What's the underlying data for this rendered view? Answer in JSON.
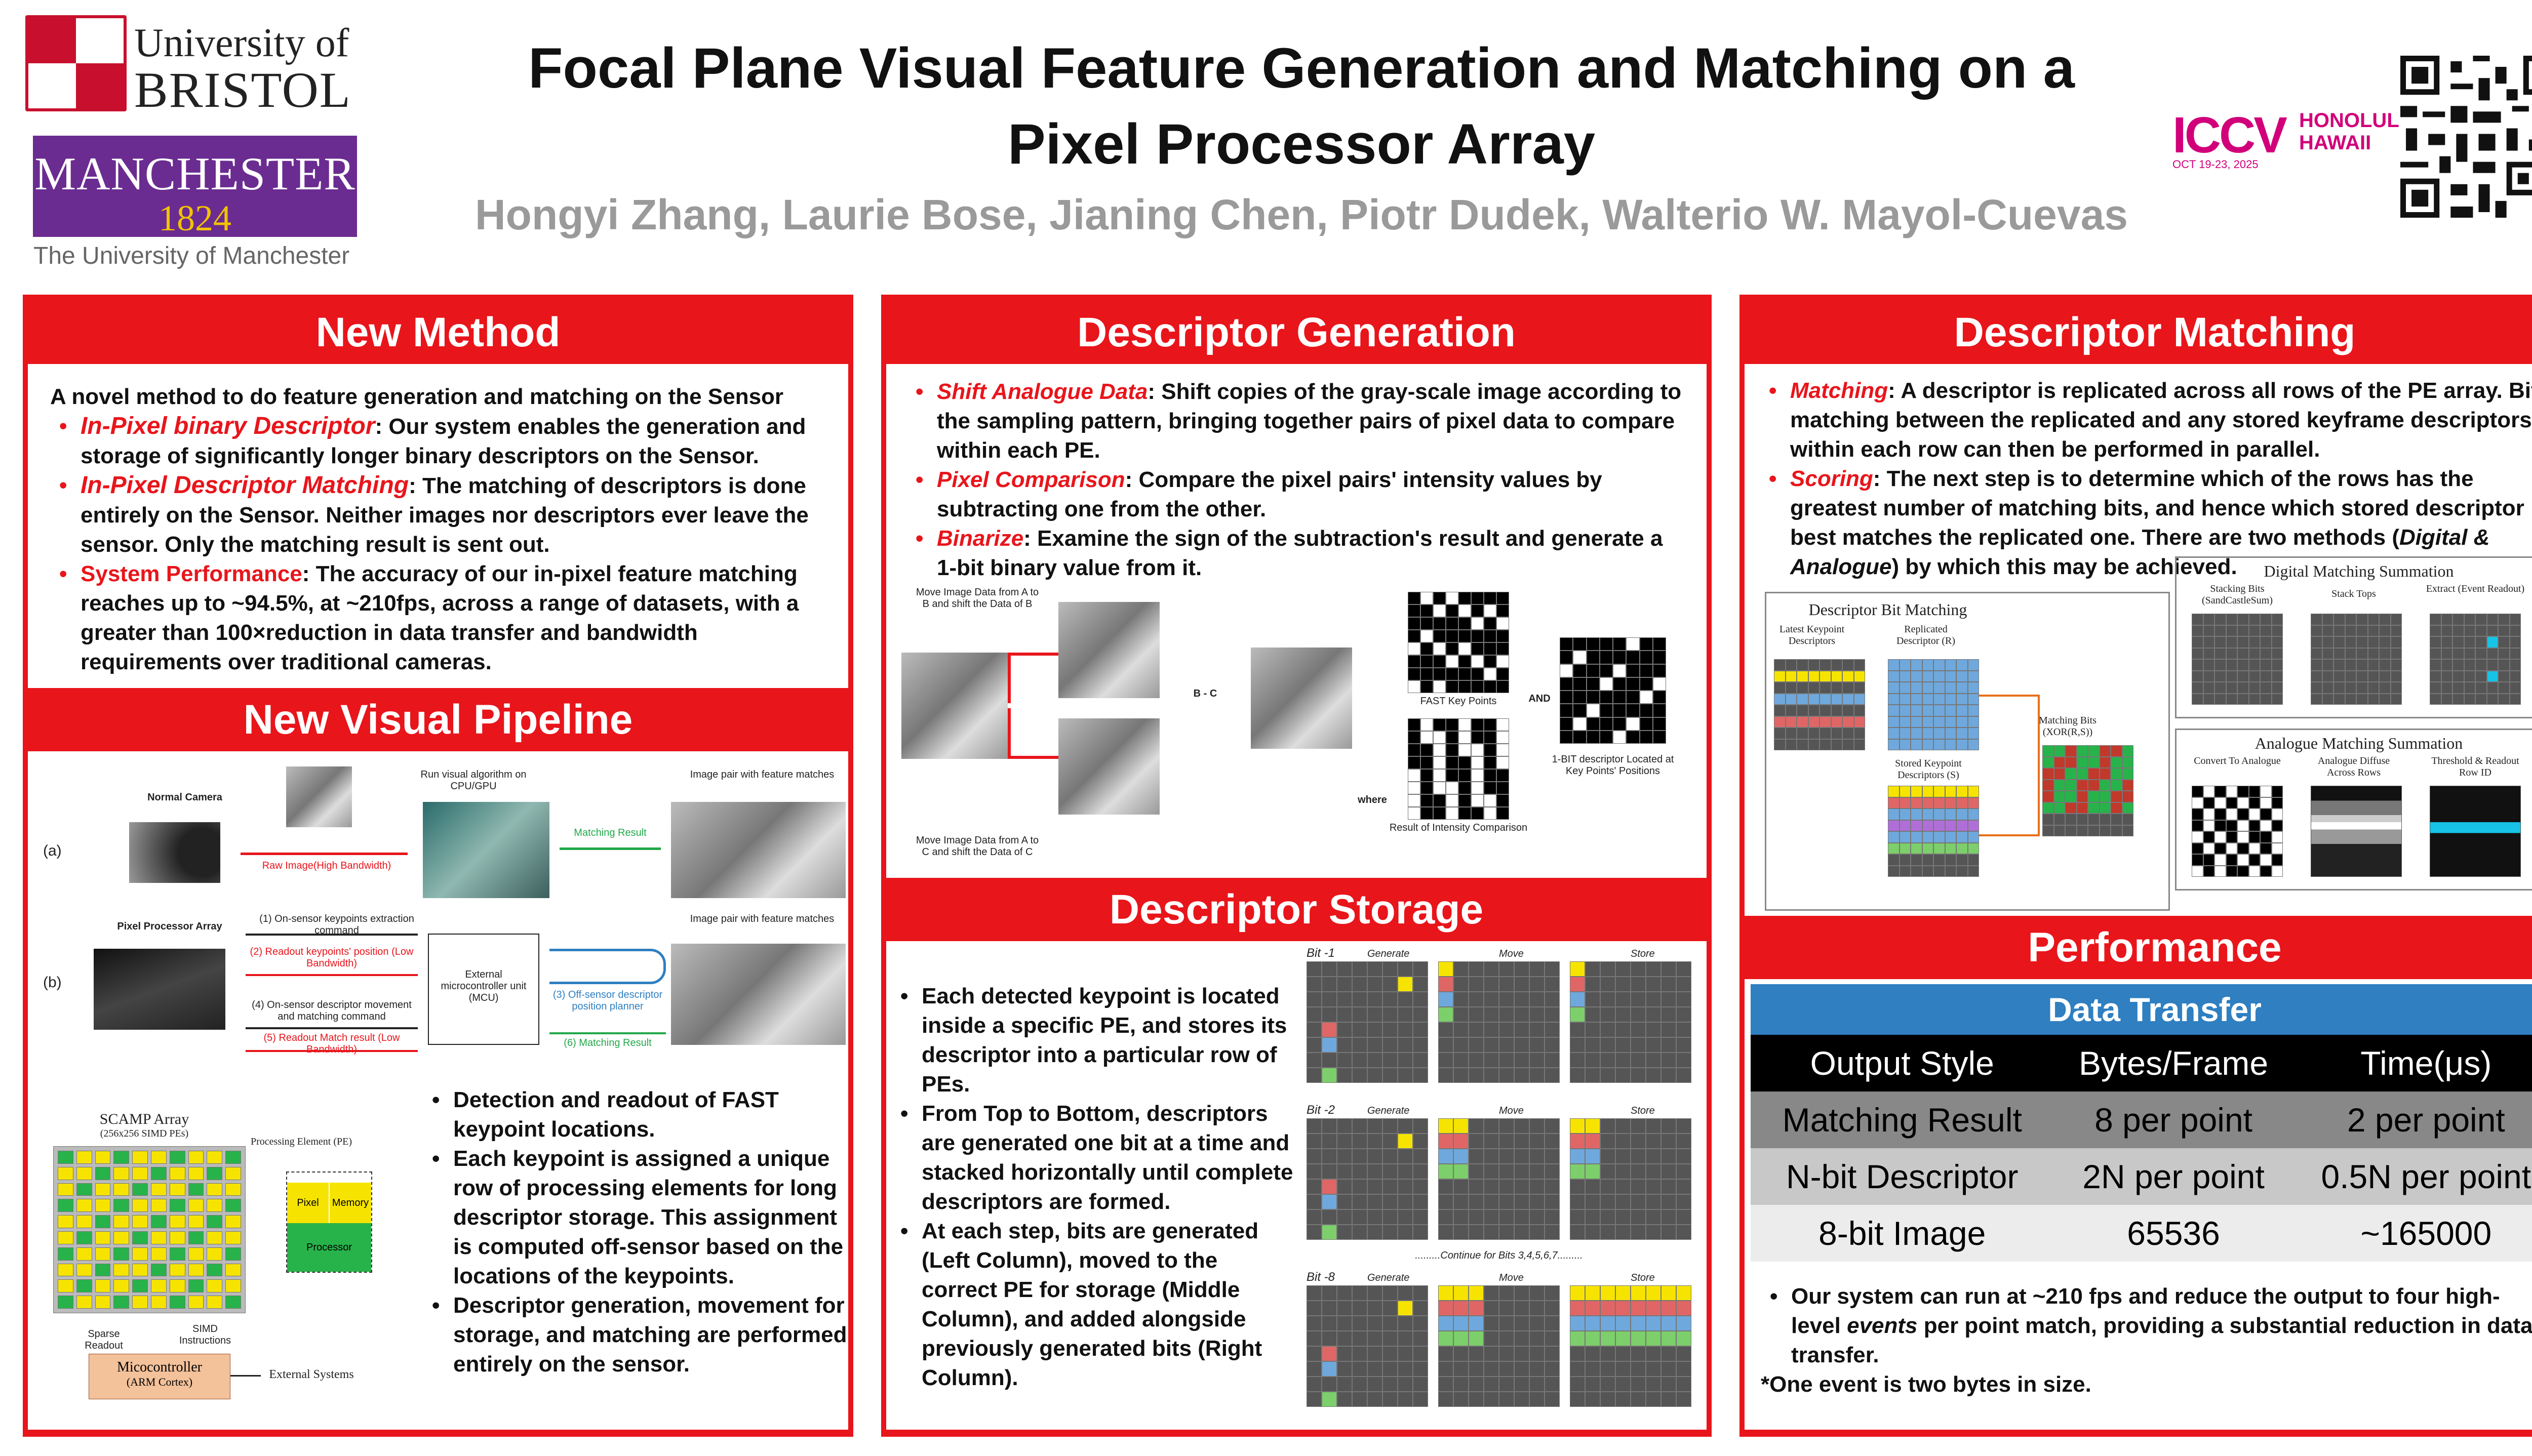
{
  "header": {
    "bristol_line1": "University of",
    "bristol_line2": "BRISTOL",
    "manchester_name": "MANCHESTER",
    "manchester_year": "1824",
    "manchester_sub": "The University of Manchester",
    "title": "Focal Plane Visual Feature Generation and Matching on a Pixel Processor Array",
    "authors": "Hongyi Zhang, Laurie Bose, Jianing Chen, Piotr Dudek, Walterio W. Mayol-Cuevas",
    "iccv_logo": "ICCV",
    "iccv_location_1": "HONOLULU",
    "iccv_location_2": "HAWAII",
    "iccv_dates": "OCT 19-23, 2025"
  },
  "new_method": {
    "heading": "New Method",
    "intro": "A novel method to do feature generation and matching on the Sensor",
    "items": [
      {
        "key": "In-Pixel binary Descriptor",
        "text": ": Our system enables the generation and storage of significantly longer binary descriptors on the Sensor."
      },
      {
        "key": "In-Pixel Descriptor Matching",
        "text": ": The matching of descriptors is done entirely on the Sensor. Neither images nor descriptors ever leave the sensor. Only the matching result is sent out."
      },
      {
        "key": "System Performance",
        "text": ": The accuracy of our in-pixel feature matching reaches up to ~94.5%, at ~210fps, across a range of datasets, with a greater than 100×reduction in data transfer and bandwidth requirements over traditional cameras."
      }
    ]
  },
  "pipeline": {
    "heading": "New Visual Pipeline",
    "a_label": "(a)",
    "b_label": "(b)",
    "normal_camera": "Normal Camera",
    "raw_image": "Raw Image(High Bandwidth)",
    "run_visual": "Run visual algorithm on CPU/GPU",
    "matching_result": "Matching Result",
    "image_pair": "Image pair with feature matches",
    "ppa": "Pixel Processor Array",
    "step1": "(1) On-sensor keypoints extraction command",
    "step2": "(2) Readout keypoints' position (Low Bandwidth)",
    "step4": "(4) On-sensor descriptor movement and matching command",
    "step5": "(5) Readout Match result (Low Bandwidth)",
    "mcu": "External microcontroller unit (MCU)",
    "step3": "(3) Off-sensor descriptor position planner",
    "step6": "(6) Matching Result",
    "image_pair_2": "Image pair with feature matches",
    "scamp": "SCAMP Array",
    "scamp_sub": "(256x256 SIMD PEs)",
    "pe_label": "Processing Element (PE)",
    "pixel": "Pixel",
    "memory": "Memory",
    "processor": "Processor",
    "sparse": "Sparse Readout",
    "simd": "SIMD Instructions",
    "micro": "Micocontroller",
    "micro_sub": "(ARM Cortex)",
    "external": "External Systems",
    "bullets": [
      "Detection and readout of FAST keypoint locations.",
      "Each keypoint is assigned a unique row of processing elements for long descriptor storage. This assignment is computed off-sensor based on the locations of the keypoints.",
      "Descriptor generation, movement for storage, and matching are performed entirely on the sensor."
    ]
  },
  "generation": {
    "heading": "Descriptor Generation",
    "items": [
      {
        "key": "Shift Analogue Data",
        "text": ": Shift copies of the gray-scale image according to the sampling pattern, bringing together pairs of pixel data to compare within each PE."
      },
      {
        "key": "Pixel Comparison",
        "text": ": Compare the pixel pairs' intensity values by subtracting one from the other."
      },
      {
        "key": "Binarize",
        "text": ": Examine the sign of the subtraction's result and generate a 1-bit binary value from it."
      }
    ],
    "fig_move_b": "Move Image Data from A to B and shift the Data of B",
    "fig_move_c": "Move Image Data from A to C and shift the Data of C",
    "fig_bc": "B - C",
    "fig_fast": "FAST Key Points",
    "fig_and": "AND",
    "fig_where": "where",
    "fig_result": "Result of Intensity Comparison",
    "fig_desc": "1-BIT descriptor Located at Key Points' Positions"
  },
  "storage": {
    "heading": "Descriptor Storage",
    "bullets": [
      "Each detected keypoint is located inside a specific PE, and stores its descriptor into a particular row of PEs.",
      "From Top to Bottom, descriptors are generated one bit at a time and stacked horizontally until complete descriptors are formed.",
      "At each step, bits are generated (Left Column), moved to the correct PE for storage (Middle Column), and added alongside previously generated bits (Right Column)."
    ],
    "bit1": "Bit -1",
    "bit2": "Bit -2",
    "bit8": "Bit -8",
    "col_generate": "Generate",
    "col_move": "Move",
    "col_store": "Store",
    "continue": ".........Continue for Bits 3,4,5,6,7........."
  },
  "matching": {
    "heading": "Descriptor Matching",
    "items": [
      {
        "key": "Matching",
        "text": ": A descriptor is replicated across all rows of the PE array. Bit matching between the replicated and any stored keyframe descriptors within each row can then be performed in parallel."
      },
      {
        "key": "Scoring",
        "text_a": ": The next step is to determine which of the rows has the greatest number of matching bits, and hence which stored descriptor best matches the replicated one. There are two methods (",
        "em": "Digital & Analogue",
        "text_b": ") by which this may be achieved."
      }
    ],
    "fig_bitmatch": "Descriptor Bit Matching",
    "fig_latest": "Latest Keypoint Descriptors",
    "fig_replicated": "Replicated Descriptor (R)",
    "fig_stored": "Stored Keypoint Descriptors (S)",
    "fig_xor": "Matching Bits (XOR(R,S))",
    "fig_digital": "Digital Matching Summation",
    "fig_stacking": "Stacking Bits (SandCastleSum)",
    "fig_stacktops": "Stack Tops",
    "fig_extract": "Extract (Event Readout)",
    "fig_analogue": "Analogue Matching Summation",
    "fig_convert": "Convert To Analogue",
    "fig_diffuse": "Analogue Diffuse Across Rows",
    "fig_threshold": "Threshold & Readout Row ID"
  },
  "performance": {
    "heading": "Performance",
    "table_title": "Data Transfer",
    "columns": [
      "Output Style",
      "Bytes/Frame",
      "Time(μs)"
    ],
    "rows": [
      [
        "Matching Result",
        "8 per point",
        "2 per point"
      ],
      [
        "N-bit Descriptor",
        "2N per point",
        "0.5N per point"
      ],
      [
        "8-bit Image",
        "65536",
        "~165000"
      ]
    ],
    "note_a": "Our system can run at ~210 fps and reduce the output to four high-level ",
    "note_em": "events",
    "note_b": " per point match, providing a substantial reduction in data transfer.",
    "footnote": "*One event is two bytes in size."
  },
  "colors": {
    "accent": "#e8151b",
    "table_header": "#2f7fc1",
    "manchester": "#6b2c91",
    "iccv": "#d1007a"
  }
}
